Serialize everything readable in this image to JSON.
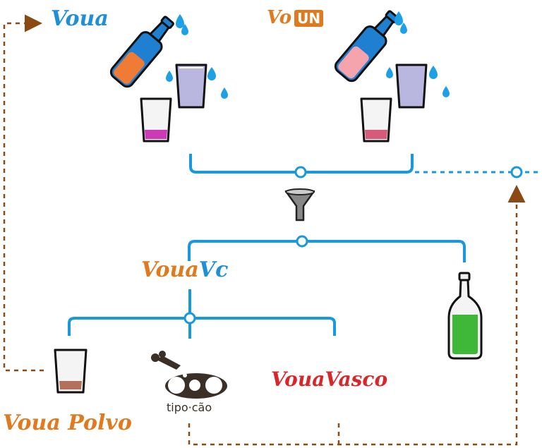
{
  "logos": {
    "voua": "Voua",
    "voun_prefix": "Vo",
    "voun_box": "UN",
    "vouavc_main": "Voua",
    "vouavc_suffix": "Vc",
    "vouavasco_a": "Voua",
    "vouavasco_b": "Vasco",
    "vouapolvo": "Voua Polvo",
    "tipocao_text": "tipo·cão"
  },
  "colors": {
    "connector": "#1899dd",
    "arrow": "#8b4a14",
    "orange": "#e07a1f",
    "blue": "#1f8fd8",
    "red": "#d8262a"
  }
}
